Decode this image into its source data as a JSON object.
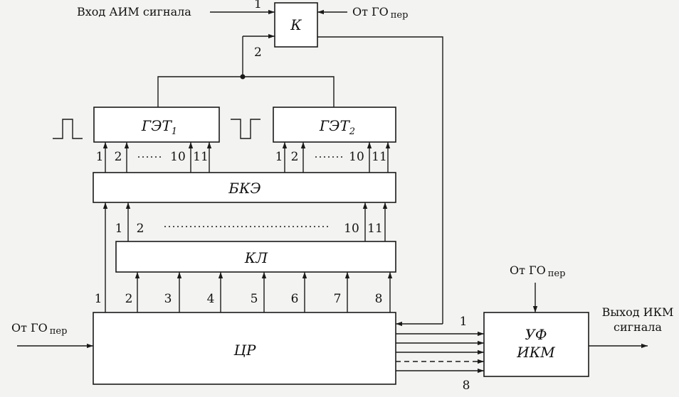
{
  "inputs": {
    "aim_signal": "Вход АИМ сигнала",
    "from_go_top": "От ГО",
    "from_go_uf": "От ГО",
    "from_go_left": "От ГО",
    "go_subscript": "пер"
  },
  "outputs": {
    "ikm_line1": "Выход ИКМ",
    "ikm_line2": "сигнала"
  },
  "blocks": {
    "comparator": "К",
    "get1": "ГЭТ",
    "get1_index": "1",
    "get2": "ГЭТ",
    "get2_index": "2",
    "bke": "БКЭ",
    "kl": "КЛ",
    "cr": "ЦР",
    "uf_line1": "УФ",
    "uf_line2": "ИКМ"
  },
  "inputs_k": {
    "in1": "1",
    "in2": "2"
  },
  "get1_bits": [
    "1",
    "2",
    "10",
    "11"
  ],
  "get2_bits": [
    "1",
    "2",
    "10",
    "11"
  ],
  "kl_bits": [
    "1",
    "2",
    "10",
    "11"
  ],
  "cr_bits": [
    "1",
    "2",
    "3",
    "4",
    "5",
    "6",
    "7",
    "8"
  ],
  "cr_to_uf": {
    "first": "1",
    "last": "8"
  }
}
